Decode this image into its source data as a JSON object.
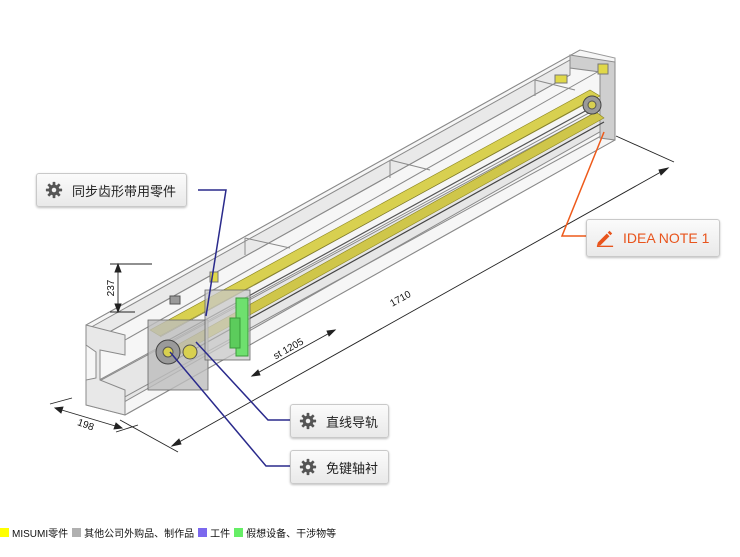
{
  "callouts": {
    "timing_belt": "同步齿形带用零件",
    "linear_guide": "直线导轨",
    "keyless_bushing": "免键轴衬",
    "idea_note": "IDEA NOTE 1"
  },
  "dimensions": {
    "height": "237",
    "width": "198",
    "stroke": "st 1205",
    "length": "1710"
  },
  "legend": [
    {
      "label": "MISUMI零件",
      "color": "#ffff00"
    },
    {
      "label": "其他公司外购品、制作品",
      "color": "#b0b0b0"
    },
    {
      "label": "工件",
      "color": "#7b68ee"
    },
    {
      "label": "假想设备、干涉物等",
      "color": "#66ee66"
    }
  ],
  "colors": {
    "leader": "#2a2a8c",
    "idea_leader": "#ee5a1a",
    "rail": "#c9c24a"
  },
  "icons": {
    "callout": "gear-icon",
    "idea": "pencil-icon"
  }
}
